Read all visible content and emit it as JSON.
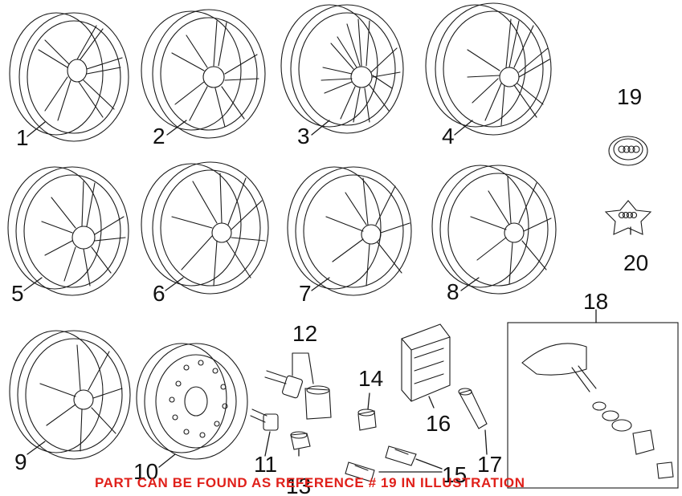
{
  "callouts": {
    "n1": "1",
    "n2": "2",
    "n3": "3",
    "n4": "4",
    "n5": "5",
    "n6": "6",
    "n7": "7",
    "n8": "8",
    "n9": "9",
    "n10": "10",
    "n11": "11",
    "n12": "12",
    "n13": "13",
    "n14": "14",
    "n15": "15",
    "n16": "16",
    "n17": "17",
    "n18": "18",
    "n19": "19",
    "n20": "20"
  },
  "banner": "PART CAN BE FOUND AS REFERENCE # 19 IN ILLUSTRATION",
  "colors": {
    "line": "#1a1a1a",
    "banner": "#e0201a"
  }
}
